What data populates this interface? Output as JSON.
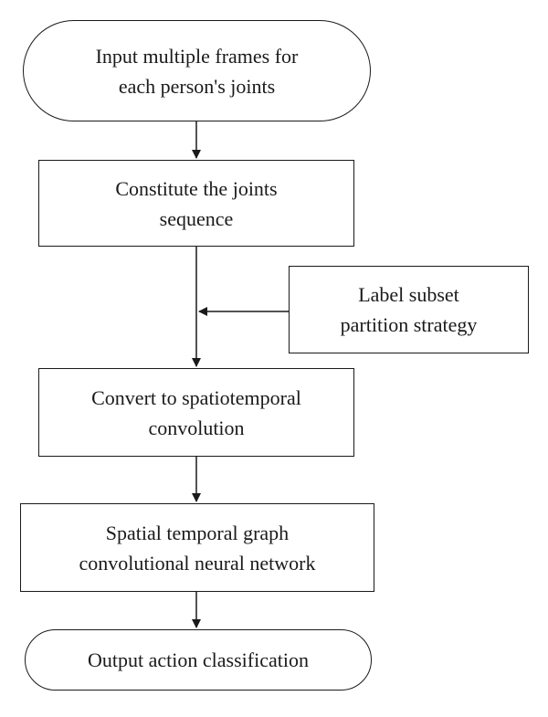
{
  "diagram": {
    "start": {
      "lines": [
        "Input multiple frames for",
        "each person's joints"
      ]
    },
    "step1": {
      "lines": [
        "Constitute the joints",
        "sequence"
      ]
    },
    "side_input": {
      "lines": [
        "Label subset",
        "partition strategy"
      ]
    },
    "step2": {
      "lines": [
        "Convert to spatiotemporal",
        "convolution"
      ]
    },
    "step3": {
      "lines": [
        "Spatial temporal graph",
        "convolutional neural network"
      ]
    },
    "end": {
      "lines": [
        "Output action classification"
      ]
    },
    "colors": {
      "stroke": "#1a1a1a",
      "background": "#ffffff"
    }
  }
}
